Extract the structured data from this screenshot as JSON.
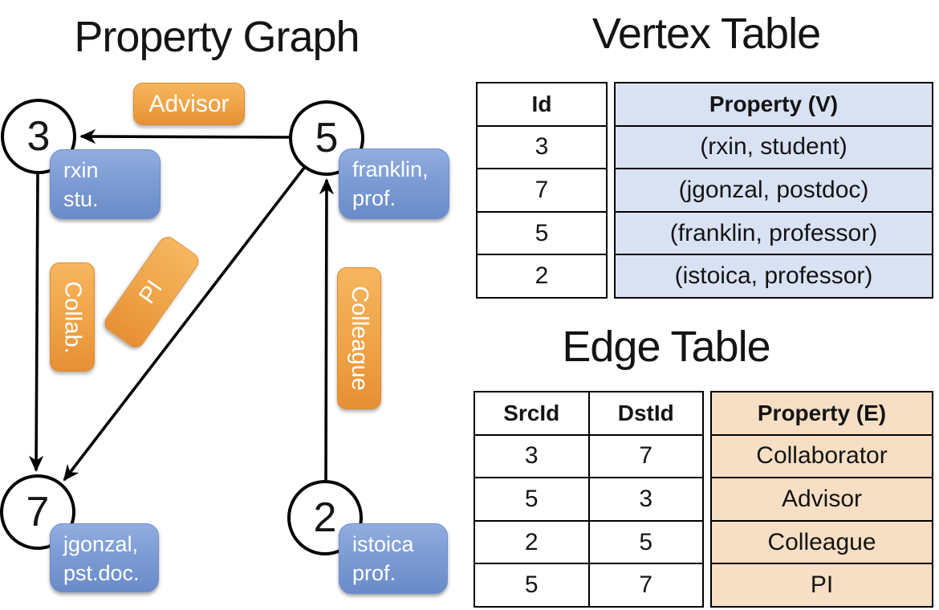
{
  "colors": {
    "edge_label_orange": "#EFA347",
    "vertex_property_blue": "#7D9CD5",
    "vertex_table_fill": "#D9E2F3",
    "edge_table_fill": "#F6DFC4",
    "line_color": "#000000"
  },
  "graph": {
    "title": "Property Graph",
    "nodes": {
      "n3": {
        "id": "3",
        "prop_line1": "rxin",
        "prop_line2": "stu."
      },
      "n5": {
        "id": "5",
        "prop_line1": "franklin,",
        "prop_line2": "prof."
      },
      "n7": {
        "id": "7",
        "prop_line1": "jgonzal,",
        "prop_line2": "pst.doc."
      },
      "n2": {
        "id": "2",
        "prop_line1": "istoica",
        "prop_line2": "prof."
      }
    },
    "edge_labels": {
      "advisor": "Advisor",
      "collab": "Collab.",
      "pi": "PI",
      "colleague": "Colleague"
    }
  },
  "vertex_table": {
    "title": "Vertex Table",
    "headers": {
      "id": "Id",
      "property": "Property (V)"
    },
    "rows": [
      {
        "id": "3",
        "property": "(rxin, student)"
      },
      {
        "id": "7",
        "property": "(jgonzal, postdoc)"
      },
      {
        "id": "5",
        "property": "(franklin, professor)"
      },
      {
        "id": "2",
        "property": "(istoica, professor)"
      }
    ]
  },
  "edge_table": {
    "title": "Edge Table",
    "headers": {
      "src": "SrcId",
      "dst": "DstId",
      "property": "Property (E)"
    },
    "rows": [
      {
        "src": "3",
        "dst": "7",
        "property": "Collaborator"
      },
      {
        "src": "5",
        "dst": "3",
        "property": "Advisor"
      },
      {
        "src": "2",
        "dst": "5",
        "property": "Colleague"
      },
      {
        "src": "5",
        "dst": "7",
        "property": "PI"
      }
    ]
  }
}
